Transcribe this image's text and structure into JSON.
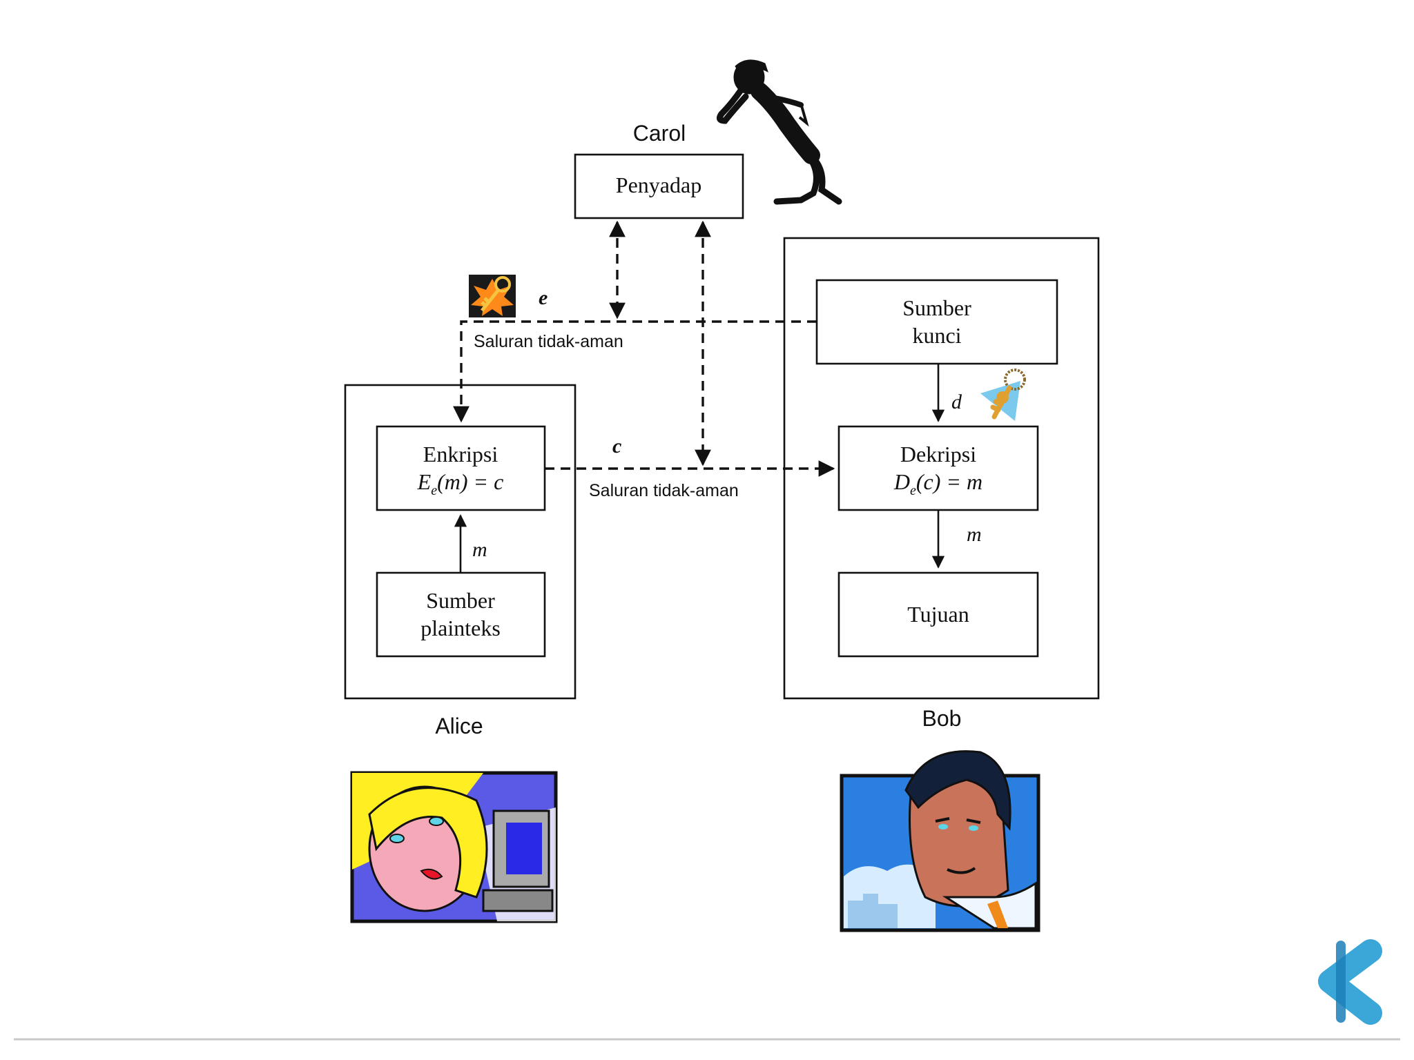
{
  "actors": {
    "carol": "Carol",
    "alice": "Alice",
    "bob": "Bob"
  },
  "boxes": {
    "penyadap": "Penyadap",
    "sumber_kunci": [
      "Sumber",
      "kunci"
    ],
    "enkripsi": {
      "title": "Enkripsi",
      "formula_lhs": "E",
      "formula_sub": "e",
      "formula_rhs": "(m) = c"
    },
    "dekripsi": {
      "title": "Dekripsi",
      "formula_lhs": "D",
      "formula_sub": "e",
      "formula_rhs": "(c) = m"
    },
    "sumber_plainteks": [
      "Sumber",
      "plainteks"
    ],
    "tujuan": "Tujuan"
  },
  "labels": {
    "key_e": "e",
    "key_d": "d",
    "cipher_c": "c",
    "message_m_alice": "m",
    "message_m_bob": "m",
    "channel_top": "Saluran tidak-aman",
    "channel_bottom": "Saluran tidak-aman"
  },
  "icons": [
    "eavesdropper-figure",
    "orange-key-icon",
    "blue-key-icon",
    "alice-illustration",
    "bob-illustration",
    "brand-logo"
  ],
  "colors": {
    "logo_blue": "#3aa7d8",
    "alice_bg": "#5a5ae6",
    "bob_bg": "#2a7fe0"
  }
}
